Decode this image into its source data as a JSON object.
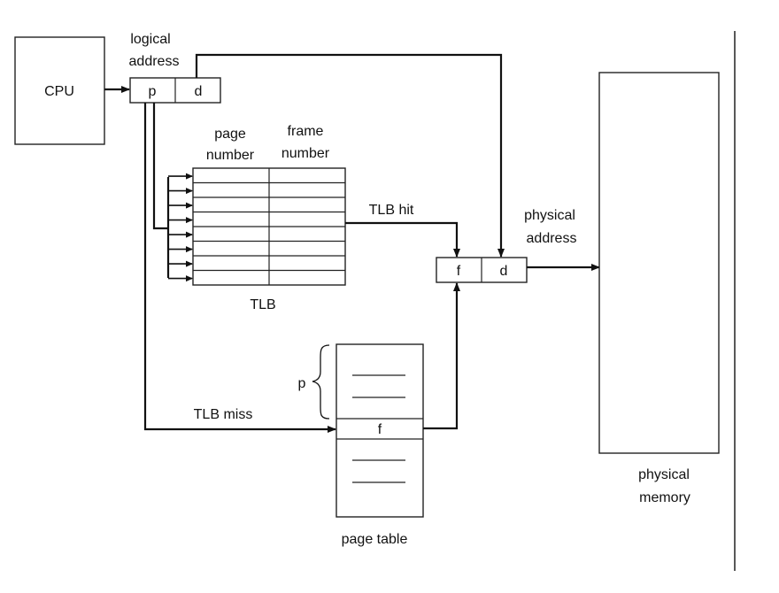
{
  "cpu": {
    "label": "CPU"
  },
  "logical_address": {
    "label_line1": "logical",
    "label_line2": "address",
    "p": "p",
    "d": "d"
  },
  "tlb": {
    "page_number_line1": "page",
    "page_number_line2": "number",
    "frame_number_line1": "frame",
    "frame_number_line2": "number",
    "caption": "TLB",
    "row_count": 8
  },
  "tlb_hit": {
    "label": "TLB hit"
  },
  "tlb_miss": {
    "label": "TLB miss"
  },
  "physical_address": {
    "label_line1": "physical",
    "label_line2": "address",
    "f": "f",
    "d": "d"
  },
  "page_table": {
    "caption": "page table",
    "p_brace_label": "p",
    "f_entry": "f"
  },
  "physical_memory": {
    "label_line1": "physical",
    "label_line2": "memory"
  },
  "colors": {
    "line": "#111111",
    "box_stroke": "#222222",
    "background": "#ffffff"
  }
}
